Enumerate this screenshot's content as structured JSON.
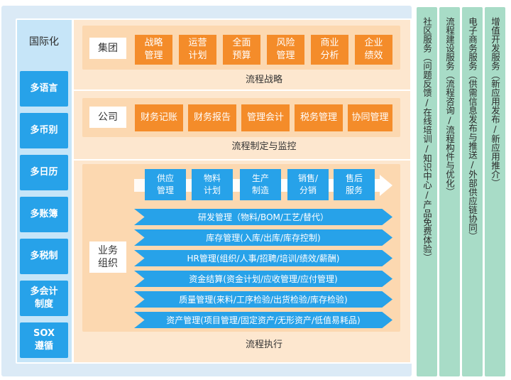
{
  "left_column": {
    "items": [
      {
        "label": "国际化"
      },
      {
        "label": "多语言"
      },
      {
        "label": "多币别"
      },
      {
        "label": "多日历"
      },
      {
        "label": "多账簿"
      },
      {
        "label": "多税制"
      },
      {
        "label": "多会计\n制度"
      },
      {
        "label": "SOX\n遵循"
      }
    ]
  },
  "group_level": {
    "label": "集团",
    "items": [
      "战略\n管理",
      "运营\n计划",
      "全面\n预算",
      "风险\n管理",
      "商业\n分析",
      "企业\n绩效"
    ],
    "caption": "流程战略"
  },
  "company_level": {
    "label": "公司",
    "items": [
      "财务记账",
      "财务报告",
      "管理会计",
      "税务管理",
      "协同管理"
    ],
    "caption": "流程制定与监控"
  },
  "business_level": {
    "label": "业务\n组织",
    "supply_chain": [
      "供应\n管理",
      "物料\n计划",
      "生产\n制造",
      "销售/\n分销",
      "售后\n服务"
    ],
    "processes": [
      "研发管理（物料/BOM/工艺/替代）",
      "库存管理(入库/出库/库存控制)",
      "HR管理(组织/人事/招聘/培训/绩效/薪酬)",
      "资金结算(资金计划/应收管理/应付管理)",
      "质量管理(来料/工序检验/出货检验/库存检验)",
      "资产管理(项目管理/固定资产/无形资产/低值易耗品)"
    ],
    "caption": "流程执行"
  },
  "right_columns": [
    {
      "label": "社区服务（问题反馈/在线培训/知识中心/产品免费体验）"
    },
    {
      "label": "流程建设服务（流程咨询/流程构件与优化）"
    },
    {
      "label": "电子商务服务（供需信息发布与推送/外部供应链协同）"
    },
    {
      "label": "增值开发服务（新应用发布/新应用推介）"
    }
  ],
  "colors": {
    "blue": "#27a2e9",
    "orange": "#f48c2a",
    "peach": "#fcd8b0",
    "green": "#a8dcc7",
    "light_blue": "#dbeaf6"
  }
}
